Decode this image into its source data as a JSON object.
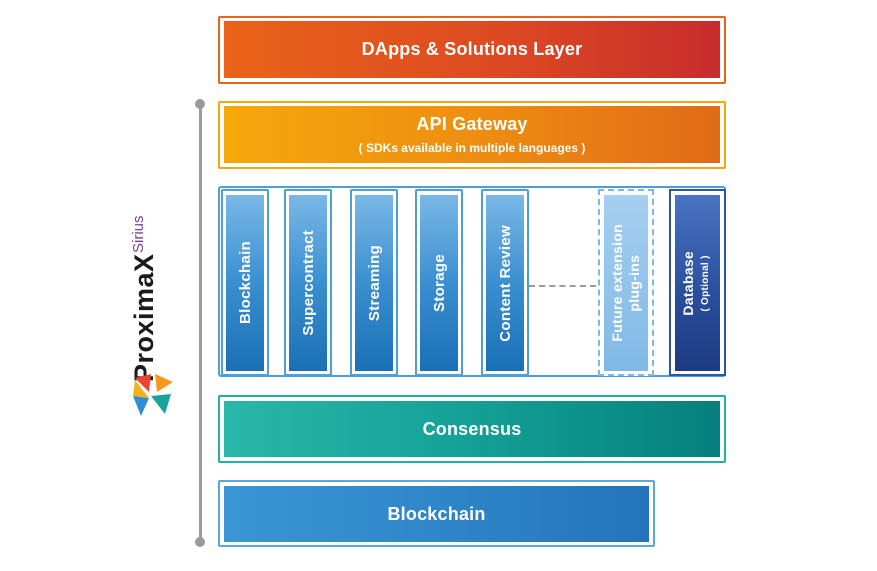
{
  "layers": {
    "dapps": {
      "title": "DApps & Solutions Layer"
    },
    "api": {
      "title": "API Gateway",
      "subtitle": "( SDKs available in multiple languages )"
    },
    "consensus": {
      "title": "Consensus"
    },
    "blockchain": {
      "title": "Blockchain"
    }
  },
  "modules": [
    {
      "label": "Blockchain"
    },
    {
      "label": "Supercontract"
    },
    {
      "label": "Streaming"
    },
    {
      "label": "Storage"
    },
    {
      "label": "Content Review"
    }
  ],
  "future": {
    "line1": "Future extension",
    "line2": "plug-ins"
  },
  "database": {
    "label": "Database",
    "note": "( Optional )"
  },
  "brand": {
    "name": "Proxima",
    "name_x": "X",
    "product": "Sirius"
  },
  "colors": {
    "orange": "#ea6318",
    "red": "#c72c2c",
    "amber": "#f5a80b",
    "blue": "#3a8fd0",
    "navy": "#2a4f9e",
    "teal": "#14a096",
    "purple": "#7b3f98"
  }
}
